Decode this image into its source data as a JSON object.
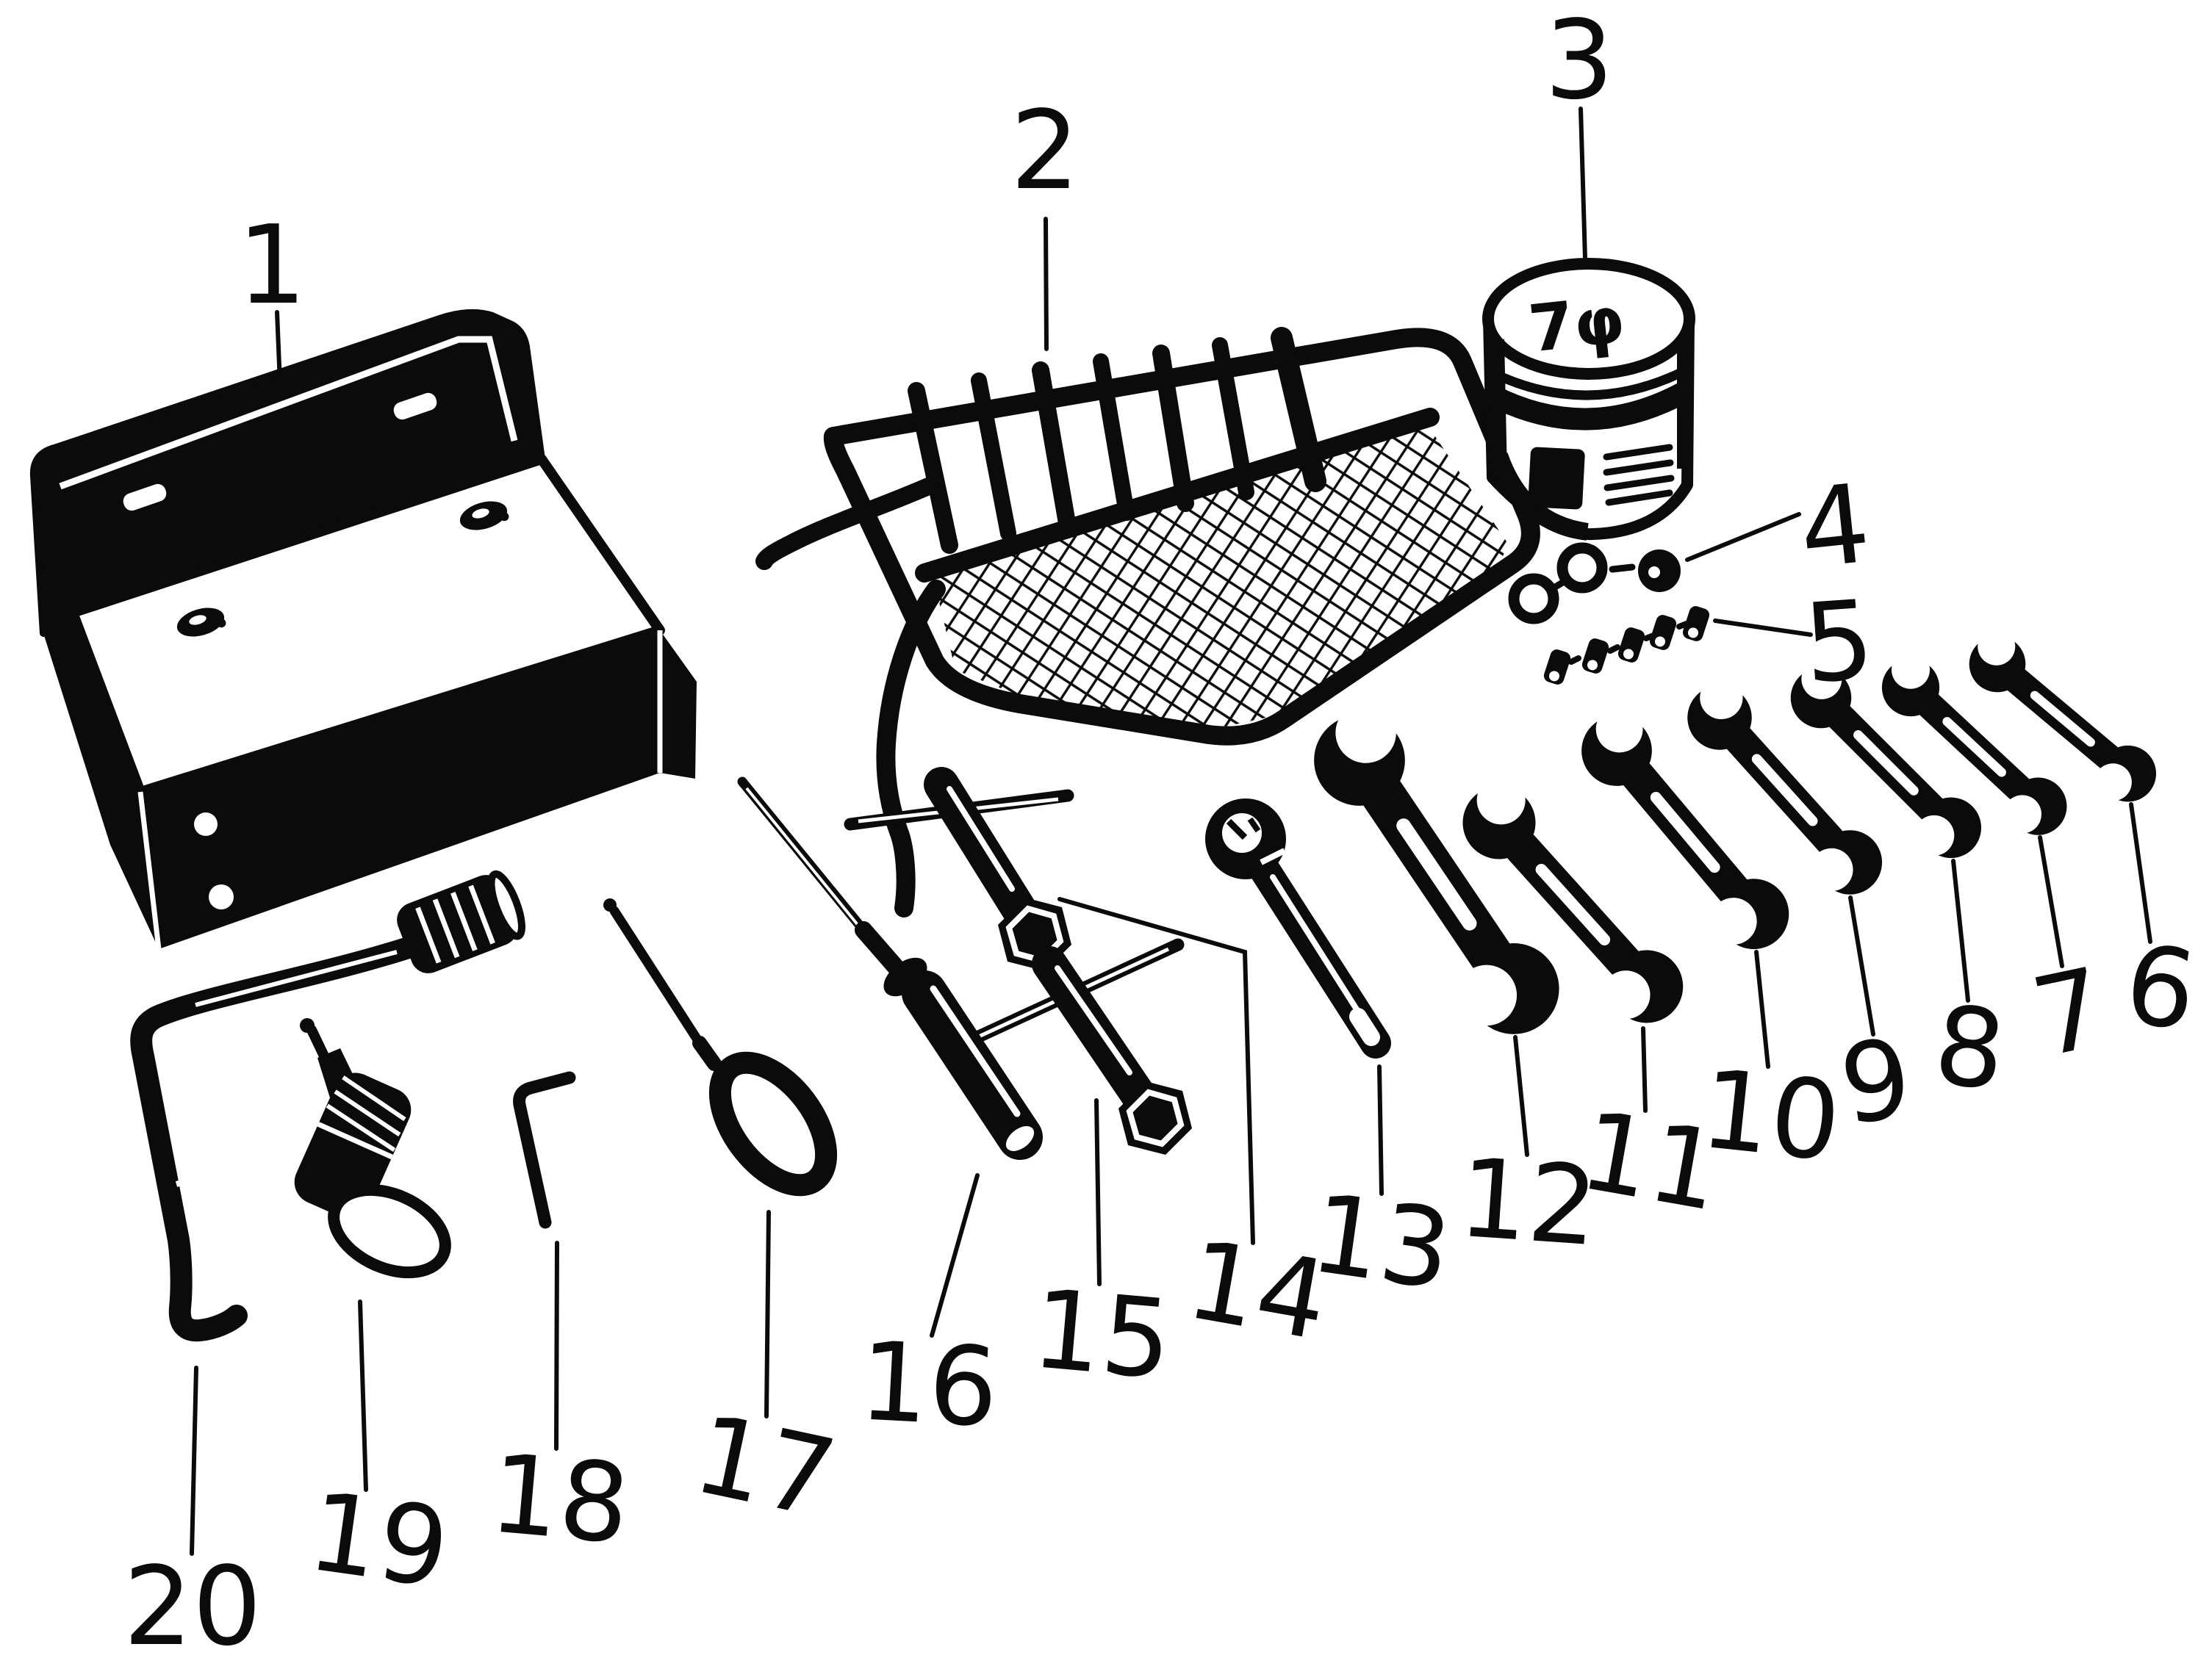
{
  "diagram": {
    "type": "exploded-parts-illustration",
    "subject": "vehicle tool kit",
    "ink_color": "#0b0b0b",
    "paper_color": "#ffffff"
  },
  "canister": {
    "marking": "7φ"
  },
  "parts": [
    {
      "label": "1",
      "name": "tool box"
    },
    {
      "label": "2",
      "name": "tool roll pouch"
    },
    {
      "label": "3",
      "name": "grease tin"
    },
    {
      "label": "4",
      "name": "sealing rings"
    },
    {
      "label": "5",
      "name": "screw set"
    },
    {
      "label": "6",
      "name": "open-end wrench small"
    },
    {
      "label": "7",
      "name": "open-end wrench"
    },
    {
      "label": "8",
      "name": "open-end wrench"
    },
    {
      "label": "9",
      "name": "open-end wrench"
    },
    {
      "label": "10",
      "name": "open-end wrench"
    },
    {
      "label": "11",
      "name": "open-end wrench"
    },
    {
      "label": "12",
      "name": "open-end wrench large"
    },
    {
      "label": "13",
      "name": "eye wrench"
    },
    {
      "label": "14",
      "name": "T-handle box wrench"
    },
    {
      "label": "15",
      "name": "T-handle box wrench"
    },
    {
      "label": "16",
      "name": "screwdriver large"
    },
    {
      "label": "17",
      "name": "screwdriver small"
    },
    {
      "label": "18",
      "name": "hex key"
    },
    {
      "label": "19",
      "name": "stub driver"
    },
    {
      "label": "20",
      "name": "wheel brace"
    }
  ]
}
